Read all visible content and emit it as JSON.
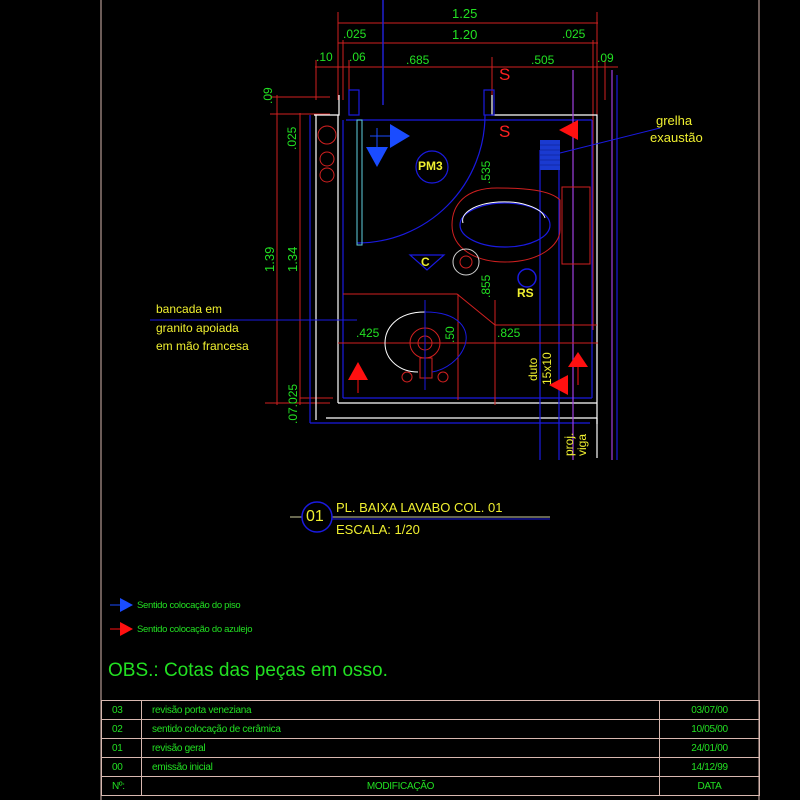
{
  "drawing": {
    "title": "PL. BAIXA LAVABO COL. 01",
    "scale": "ESCALA: 1/20",
    "sheet_number": "01",
    "dimensions": {
      "overall": "1.25",
      "inner": "1.20",
      "left_025": ".025",
      "right_025": ".025",
      "d10": ".10",
      "d06": ".06",
      "d685": ".685",
      "d505": ".505",
      "d09_top": ".09",
      "d09_left": ".09",
      "d025_left": ".025",
      "h139": "1.39",
      "h134": "1.34",
      "d535": ".535",
      "d855": ".855",
      "d425": ".425",
      "d50": ".50",
      "d825": ".825",
      "d07_025": ".07.025"
    },
    "labels": {
      "pm3": "PM3",
      "c": "C",
      "rs": "RS",
      "s_top": "S",
      "s_mid": "S",
      "grelha_line1": "grelha",
      "grelha_line2": "exaustão",
      "bancada_line1": "bancada em",
      "bancada_line2": "granito apoiada",
      "bancada_line3": "em mão francesa",
      "duto_line1": "duto",
      "duto_line2": "15x10",
      "proj_line1": "proj.",
      "proj_line2": "viga"
    }
  },
  "legend": {
    "items": [
      {
        "label": "Sentido colocação do piso",
        "color": "#1a4cff",
        "icon": "blue-arrow-icon"
      },
      {
        "label": "Sentido colocação do azulejo",
        "color": "#ff1010",
        "icon": "red-arrow-icon"
      }
    ]
  },
  "obs": "OBS.: Cotas das peças em osso.",
  "revisions": {
    "rows": [
      {
        "num": "03",
        "desc": "revisão porta veneziana",
        "date": "03/07/00"
      },
      {
        "num": "02",
        "desc": "sentido colocação de cerâmica",
        "date": "10/05/00"
      },
      {
        "num": "01",
        "desc": "revisão geral",
        "date": "24/01/00"
      },
      {
        "num": "00",
        "desc": "emissão inicial",
        "date": "14/12/99"
      }
    ],
    "header": {
      "num": "Nº:",
      "desc": "MODIFICAÇÃO",
      "date": "DATA"
    }
  },
  "colors": {
    "background": "#000000",
    "dimension_text": "#22e022",
    "label_text": "#f0f030",
    "dimension_line": "#d02020",
    "wall": "#ffffff",
    "blue_line": "#1a1ae0",
    "frame": "#d8b8b0"
  }
}
